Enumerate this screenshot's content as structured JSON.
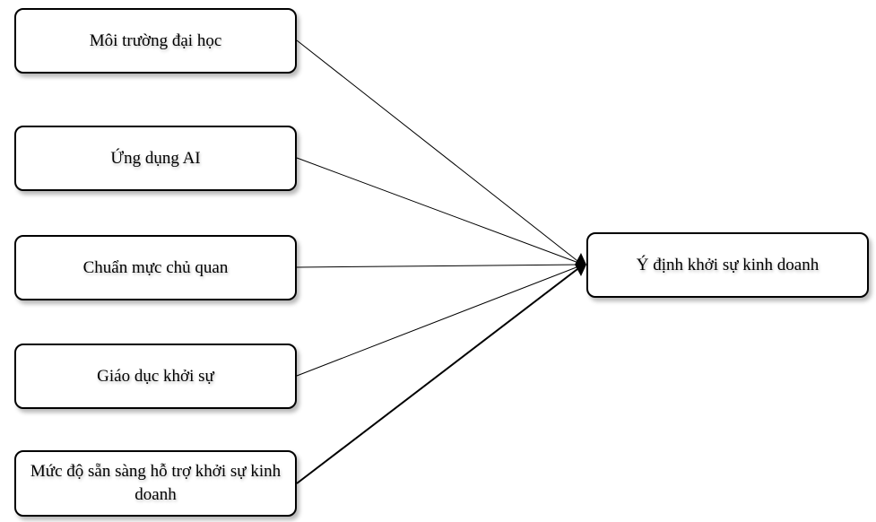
{
  "diagram": {
    "type": "research-model",
    "factors": [
      {
        "id": "f1",
        "label": "Môi trường đại học"
      },
      {
        "id": "f2",
        "label": "Ứng dụng AI"
      },
      {
        "id": "f3",
        "label": "Chuẩn mực chủ quan"
      },
      {
        "id": "f4",
        "label": "Giáo dục khởi sự"
      },
      {
        "id": "f5",
        "label": "Mức độ sẵn sàng hỗ trợ khởi sự kinh doanh"
      }
    ],
    "target": {
      "id": "t",
      "label": "Ý định khởi sự kinh doanh"
    },
    "edges": [
      {
        "from": "f1",
        "to": "t"
      },
      {
        "from": "f2",
        "to": "t"
      },
      {
        "from": "f3",
        "to": "t"
      },
      {
        "from": "f4",
        "to": "t"
      },
      {
        "from": "f5",
        "to": "t"
      }
    ]
  }
}
